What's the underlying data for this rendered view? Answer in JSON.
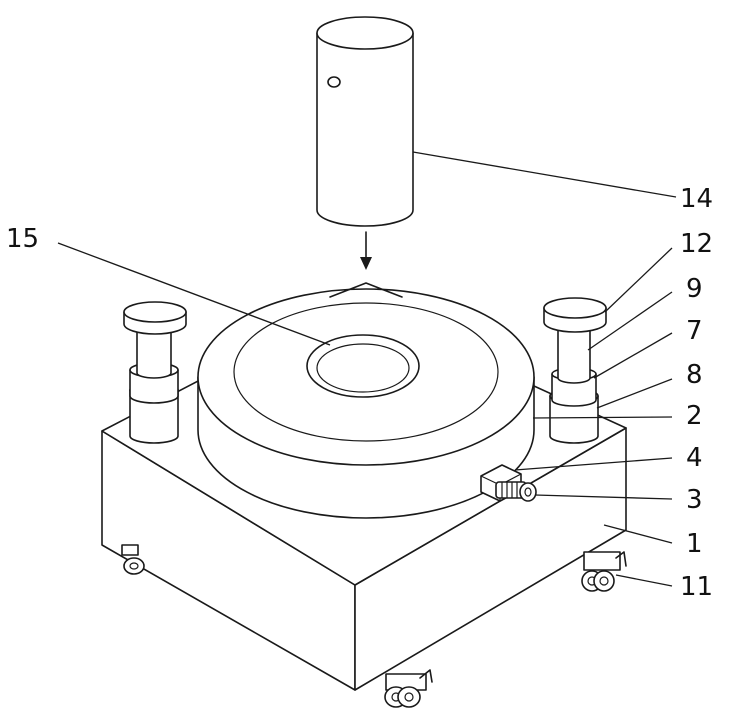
{
  "labels": {
    "l14": "14",
    "l15": "15",
    "l12": "12",
    "l9": "9",
    "l7": "7",
    "l8": "8",
    "l2": "2",
    "l4": "4",
    "l3": "3",
    "l1": "1",
    "l11": "11"
  },
  "colors": {
    "line": "#1a1a1a",
    "background": "#ffffff"
  }
}
